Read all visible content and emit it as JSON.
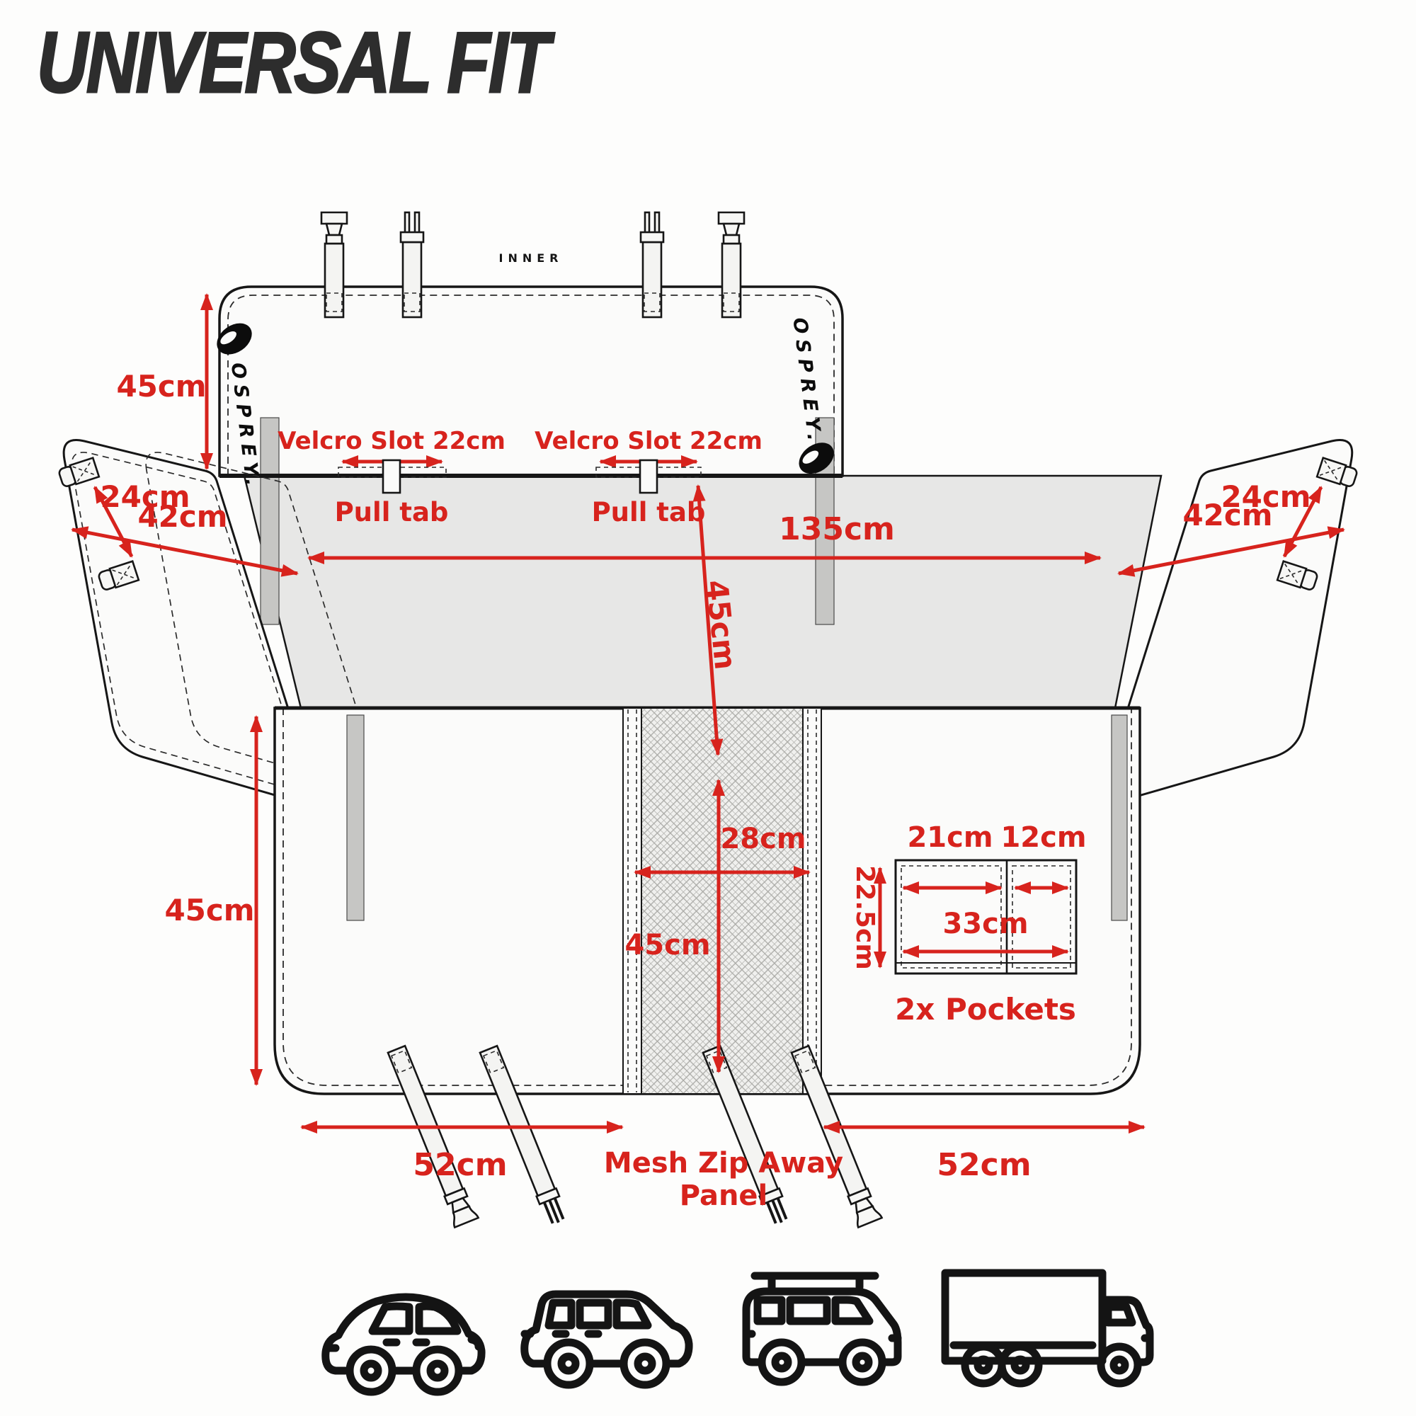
{
  "title": "UNIVERSAL FIT",
  "colors": {
    "accent_red": "#D7231D",
    "line_black": "#161616",
    "seat_gray": "#e7e7e6",
    "strip_gray": "#c6c6c4",
    "panel_white": "#fbfbfa"
  },
  "diagram": {
    "inner_label": "INNER",
    "brand_left": "OSPREY.",
    "brand_right": "OSPREY.",
    "backrest_height": "45cm",
    "velcro_slot_1": {
      "label": "Velcro Slot 22cm",
      "pull_tab": "Pull tab"
    },
    "velcro_slot_2": {
      "label": "Velcro Slot 22cm",
      "pull_tab": "Pull tab"
    },
    "left_flap": {
      "buckle_spacing": "24cm",
      "width": "42cm"
    },
    "right_flap": {
      "buckle_spacing": "24cm",
      "width": "42cm"
    },
    "seat_width": "135cm",
    "seat_depth": "45cm",
    "bottom_height": "45cm",
    "mesh_panel": {
      "width": "28cm",
      "height": "45cm",
      "caption_line1": "Mesh Zip Away",
      "caption_line2": "Panel"
    },
    "pockets": {
      "left_width": "21cm",
      "right_width": "12cm",
      "total_width": "33cm",
      "height": "22.5cm",
      "caption": "2x Pockets"
    },
    "bottom_strap_left": "52cm",
    "bottom_strap_right": "52cm"
  },
  "vehicles": {
    "icons": [
      "car",
      "suv",
      "van",
      "truck"
    ]
  }
}
